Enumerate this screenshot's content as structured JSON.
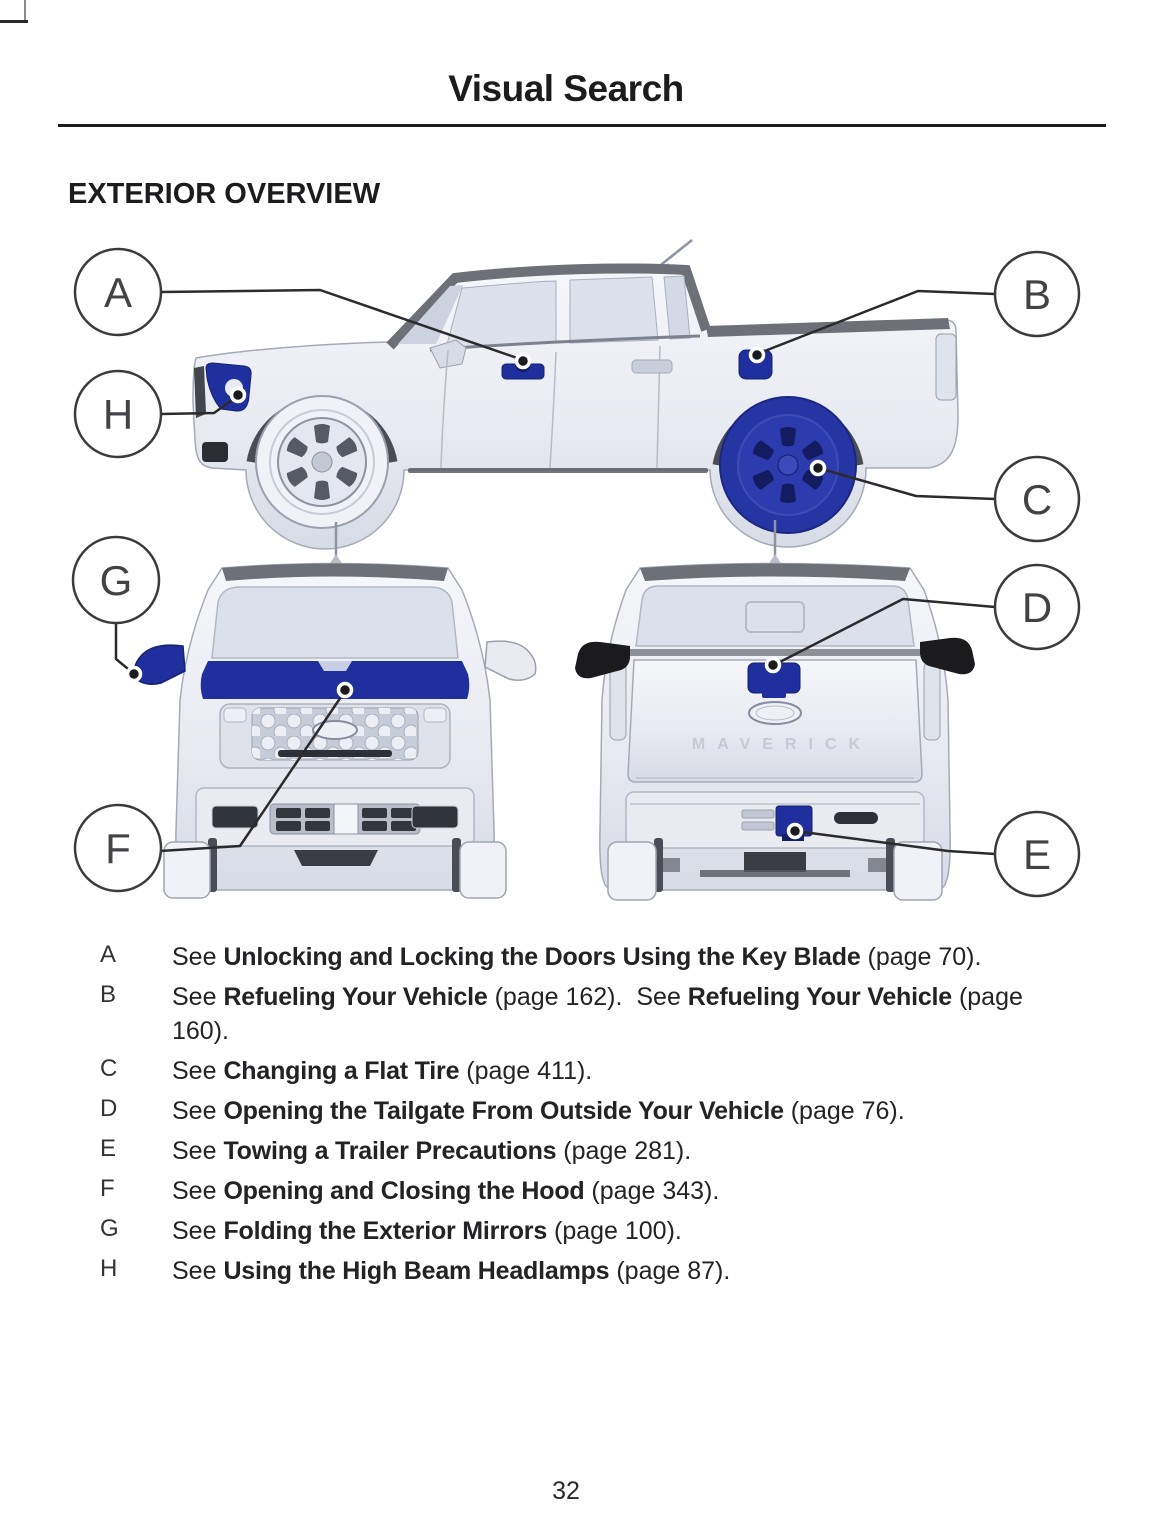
{
  "page": {
    "title": "Visual Search",
    "section_heading": "EXTERIOR OVERVIEW",
    "page_number": "32"
  },
  "callouts": {
    "A": "A",
    "B": "B",
    "C": "C",
    "D": "D",
    "E": "E",
    "F": "F",
    "G": "G",
    "H": "H"
  },
  "diagram": {
    "rear_badge_text": "MAVERICK",
    "highlight_color": "#1f2f9e"
  },
  "legend": {
    "items": [
      {
        "letter": "A",
        "segments": [
          {
            "text": "See ",
            "bold": false
          },
          {
            "text": "Unlocking and Locking the Doors Using the Key Blade",
            "bold": true
          },
          {
            "text": " (page 70).",
            "bold": false
          }
        ]
      },
      {
        "letter": "B",
        "segments": [
          {
            "text": "See ",
            "bold": false
          },
          {
            "text": "Refueling Your Vehicle",
            "bold": true
          },
          {
            "text": " (page 162).  ",
            "bold": false
          },
          {
            "text": "See ",
            "bold": false
          },
          {
            "text": "Refueling Your Vehicle",
            "bold": true
          },
          {
            "text": " (page 160).",
            "bold": false
          }
        ]
      },
      {
        "letter": "C",
        "segments": [
          {
            "text": "See ",
            "bold": false
          },
          {
            "text": "Changing a Flat Tire",
            "bold": true
          },
          {
            "text": " (page 411).",
            "bold": false
          }
        ]
      },
      {
        "letter": "D",
        "segments": [
          {
            "text": "See ",
            "bold": false
          },
          {
            "text": "Opening the Tailgate From Outside Your Vehicle",
            "bold": true
          },
          {
            "text": " (page 76).",
            "bold": false
          }
        ]
      },
      {
        "letter": "E",
        "segments": [
          {
            "text": "See ",
            "bold": false
          },
          {
            "text": "Towing a Trailer Precautions",
            "bold": true
          },
          {
            "text": " (page 281).",
            "bold": false
          }
        ]
      },
      {
        "letter": "F",
        "segments": [
          {
            "text": "See ",
            "bold": false
          },
          {
            "text": "Opening and Closing the Hood",
            "bold": true
          },
          {
            "text": " (page 343).",
            "bold": false
          }
        ]
      },
      {
        "letter": "G",
        "segments": [
          {
            "text": "See ",
            "bold": false
          },
          {
            "text": "Folding the Exterior Mirrors",
            "bold": true
          },
          {
            "text": " (page 100).",
            "bold": false
          }
        ]
      },
      {
        "letter": "H",
        "segments": [
          {
            "text": "See ",
            "bold": false
          },
          {
            "text": "Using the High Beam Headlamps",
            "bold": true
          },
          {
            "text": " (page 87).",
            "bold": false
          }
        ]
      }
    ]
  }
}
